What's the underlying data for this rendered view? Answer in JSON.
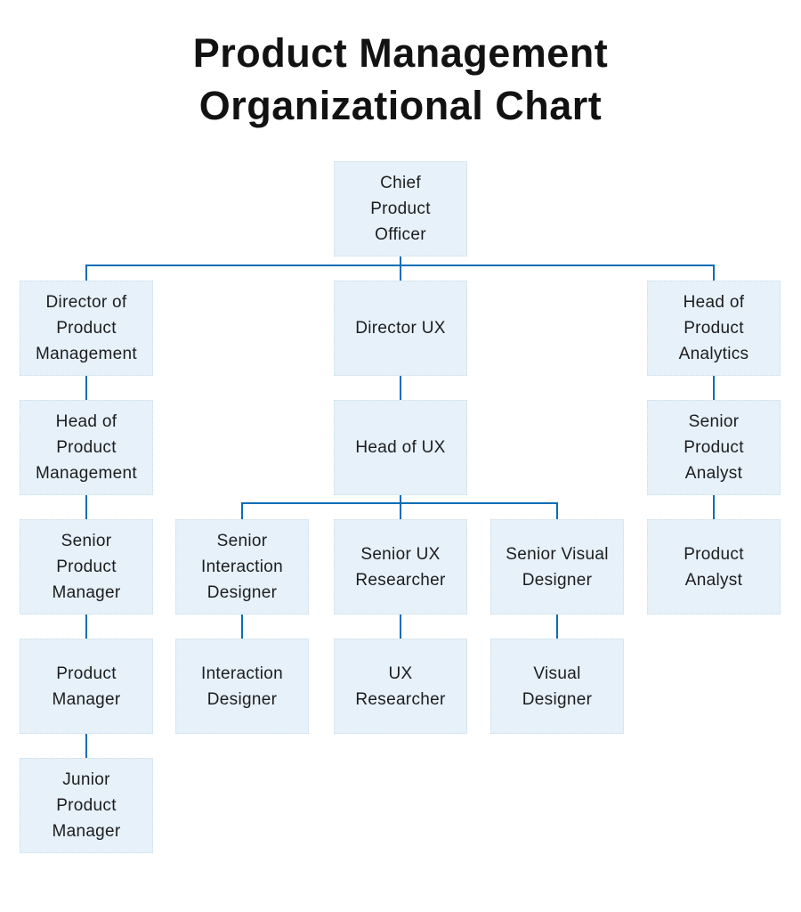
{
  "title": "Product Management\nOrganizational Chart",
  "colors": {
    "background": "#ffffff",
    "node_fill": "#e6f1f9",
    "connector_line": "#0a6db6",
    "title_text": "#121212",
    "node_text": "#1d1d1f"
  },
  "org": {
    "nodes": [
      {
        "id": "chief-product-officer",
        "label": "Chief\nProduct\nOfficer",
        "reports_to": null
      },
      {
        "id": "director-of-product-management",
        "label": "Director of\nProduct\nManagement",
        "reports_to": "chief-product-officer"
      },
      {
        "id": "director-ux",
        "label": "Director UX",
        "reports_to": "chief-product-officer"
      },
      {
        "id": "head-of-product-analytics",
        "label": "Head of\nProduct\nAnalytics",
        "reports_to": "chief-product-officer"
      },
      {
        "id": "head-of-product-management",
        "label": "Head of\nProduct\nManagement",
        "reports_to": "director-of-product-management"
      },
      {
        "id": "head-of-ux",
        "label": "Head of UX",
        "reports_to": "director-ux"
      },
      {
        "id": "senior-product-analyst",
        "label": "Senior\nProduct\nAnalyst",
        "reports_to": "head-of-product-analytics"
      },
      {
        "id": "senior-product-manager",
        "label": "Senior\nProduct\nManager",
        "reports_to": "head-of-product-management"
      },
      {
        "id": "senior-interaction-designer",
        "label": "Senior\nInteraction\nDesigner",
        "reports_to": "head-of-ux"
      },
      {
        "id": "senior-ux-researcher",
        "label": "Senior UX\nResearcher",
        "reports_to": "head-of-ux"
      },
      {
        "id": "senior-visual-designer",
        "label": "Senior Visual\nDesigner",
        "reports_to": "head-of-ux"
      },
      {
        "id": "product-analyst",
        "label": "Product\nAnalyst",
        "reports_to": "senior-product-analyst"
      },
      {
        "id": "product-manager",
        "label": "Product\nManager",
        "reports_to": "senior-product-manager"
      },
      {
        "id": "interaction-designer",
        "label": "Interaction\nDesigner",
        "reports_to": "senior-interaction-designer"
      },
      {
        "id": "ux-researcher",
        "label": "UX\nResearcher",
        "reports_to": "senior-ux-researcher"
      },
      {
        "id": "visual-designer",
        "label": "Visual\nDesigner",
        "reports_to": "senior-visual-designer"
      },
      {
        "id": "junior-product-manager",
        "label": "Junior\nProduct\nManager",
        "reports_to": "product-manager"
      }
    ]
  }
}
